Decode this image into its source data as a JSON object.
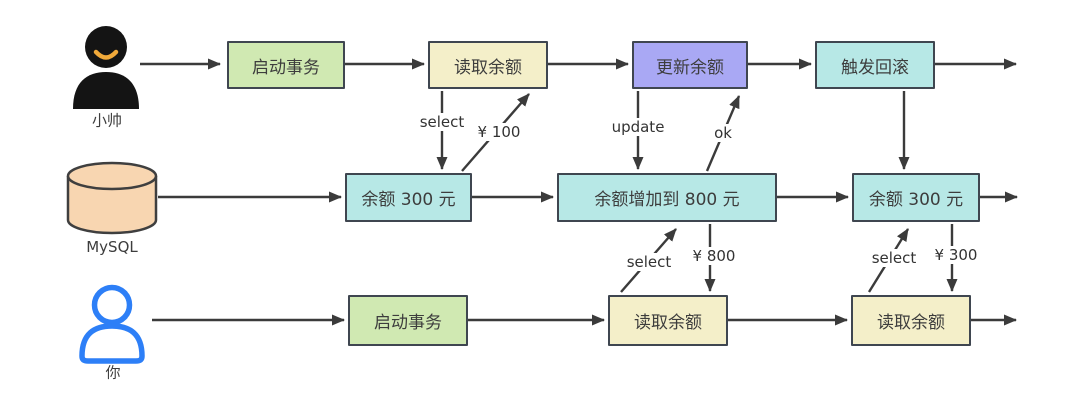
{
  "diagram": {
    "actors": {
      "top": "小帅",
      "middle": "MySQL",
      "bottom": "你"
    },
    "nodes": {
      "start_tx_top": "启动事务",
      "read_balance_top": "读取余额",
      "update_balance": "更新余额",
      "trigger_rollback": "触发回滚",
      "balance_300_a": "余额 300 元",
      "balance_800": "余额增加到 800 元",
      "balance_300_b": "余额 300 元",
      "start_tx_bottom": "启动事务",
      "read_balance_bottom_1": "读取余额",
      "read_balance_bottom_2": "读取余额"
    },
    "edge_labels": {
      "select_top": "select",
      "return_100": "¥ 100",
      "update": "update",
      "ok": "ok",
      "select_mid": "select",
      "return_800": "¥ 800",
      "select_right": "select",
      "return_300": "¥ 300"
    },
    "palette": {
      "green": "#d0e9b2",
      "yellow": "#f4efc9",
      "purple": "#a9a8f4",
      "cyan": "#b7e8e6",
      "peach": "#f8d6b1",
      "actor_blue": "#2d7ff7",
      "smile_orange": "#f0a93a",
      "avatar_black": "#141414"
    }
  }
}
